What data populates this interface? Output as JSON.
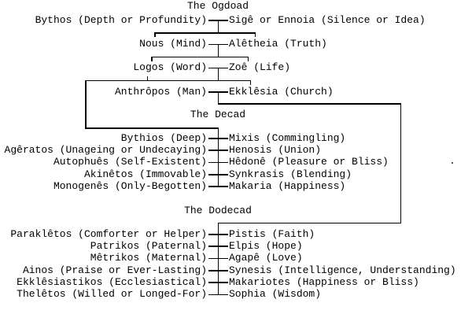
{
  "diagram": {
    "kind": "genealogy-tree",
    "colors": {
      "background": "#ffffff",
      "text": "#000000",
      "line": "#000000"
    },
    "sections": [
      {
        "title": "The Ogdoad",
        "pairs": [
          {
            "left": "Bythos (Depth or Profundity)",
            "right": "Sigê or Ennoia (Silence or Idea)"
          },
          {
            "left": "Nous (Mind)",
            "right": "Alêtheia (Truth)"
          },
          {
            "left": "Logos (Word)",
            "right": "Zoê (Life)"
          },
          {
            "left": "Anthrôpos (Man)",
            "right": "Ekklêsia (Church)"
          }
        ]
      },
      {
        "title": "The Decad",
        "pairs": [
          {
            "left": "Bythios (Deep)",
            "right": "Mixis (Commingling)"
          },
          {
            "left": "Agêratos (Unageing or Undecaying)",
            "right": "Henosis (Union)"
          },
          {
            "left": "Autophuês (Self-Existent)",
            "right": "Hêdonê (Pleasure or Bliss)"
          },
          {
            "left": "Akinêtos (Immovable)",
            "right": "Synkrasis (Blending)"
          },
          {
            "left": "Monogenês (Only-Begotten)",
            "right": "Makaria (Happiness)"
          }
        ]
      },
      {
        "title": "The Dodecad",
        "pairs": [
          {
            "left": "Paraklêtos (Comforter or Helper)",
            "right": "Pistis (Faith)"
          },
          {
            "left": "Patrikos (Paternal)",
            "right": "Elpis (Hope)"
          },
          {
            "left": "Mêtrikos (Maternal)",
            "right": "Agapê (Love)"
          },
          {
            "left": "Ainos (Praise or Ever-Lasting)",
            "right": "Synesis (Intelligence, Understanding)"
          },
          {
            "left": "Ekklêsiastikos (Ecclesiastical)",
            "right": "Makariotes (Happiness or Bliss)"
          },
          {
            "left": "Thelêtos (Willed or Longed-For)",
            "right": "Sophia (Wisdom)"
          }
        ]
      }
    ]
  }
}
